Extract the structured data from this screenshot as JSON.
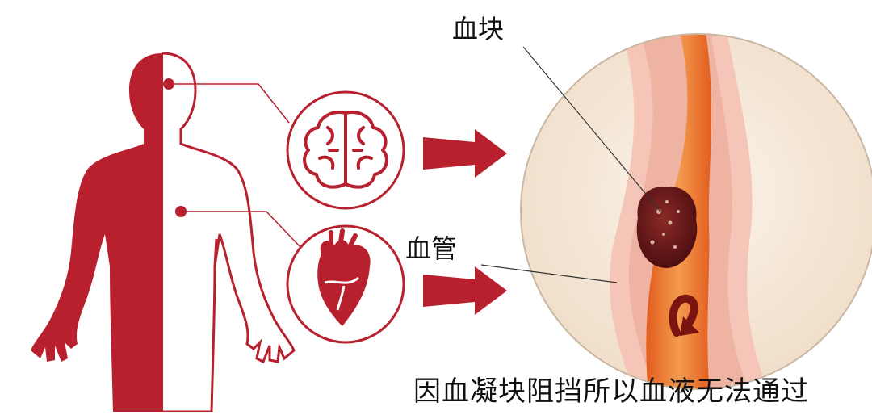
{
  "labels": {
    "clot": "血块",
    "vessel": "血管",
    "caption": "因血凝块阻挡所以血液无法通过"
  },
  "icons": {
    "brain": "brain-icon",
    "heart": "heart-icon",
    "arrow": "arrow-right-icon"
  },
  "colors": {
    "primary_red": "#b8202e",
    "vessel_orange": "#e8702a",
    "tissue_pink": "#f5c6b8",
    "lens_bg": "#f6ebdc",
    "clot_dark": "#5a1016"
  }
}
